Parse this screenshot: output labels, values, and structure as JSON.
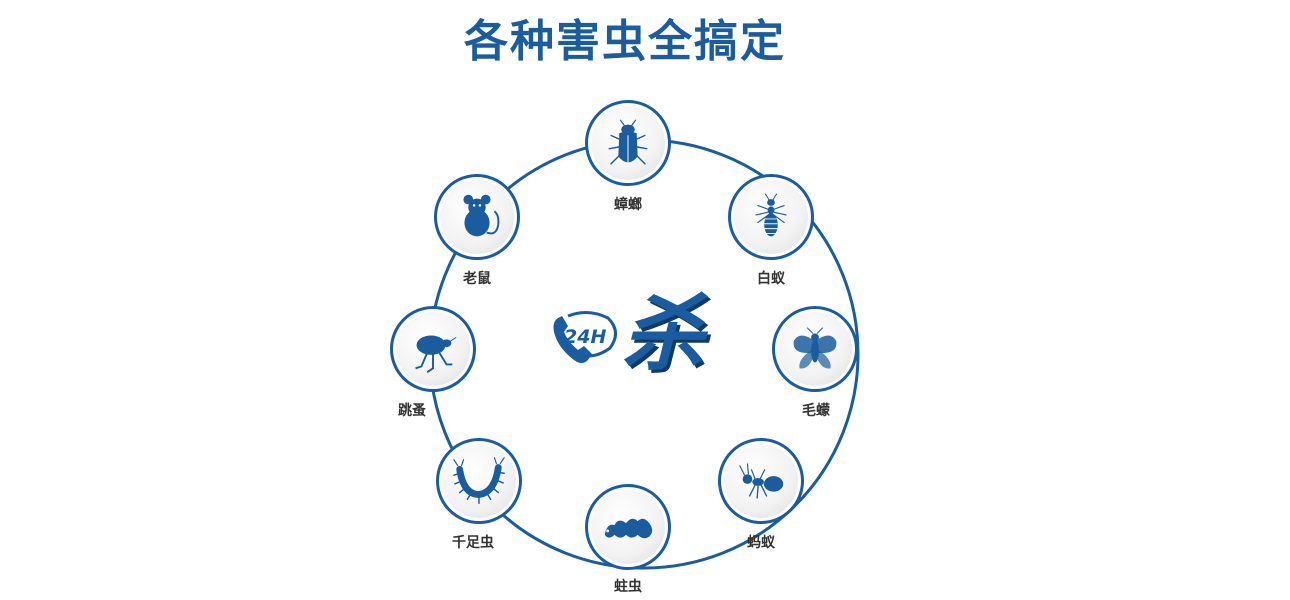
{
  "title": "各种害虫全搞定",
  "colors": {
    "accent": "#1a5c9e",
    "label": "#333333"
  },
  "center": {
    "badge": "24H",
    "kill_char": "杀",
    "icon": "phone-icon"
  },
  "pests": [
    {
      "label": "蟑螂",
      "icon": "cockroach-icon"
    },
    {
      "label": "白蚁",
      "icon": "termite-icon"
    },
    {
      "label": "毛蠓",
      "icon": "moth-fly-icon"
    },
    {
      "label": "蚂蚁",
      "icon": "ant-icon"
    },
    {
      "label": "蛀虫",
      "icon": "larva-icon"
    },
    {
      "label": "千足虫",
      "icon": "millipede-icon"
    },
    {
      "label": "跳蚤",
      "icon": "flea-icon"
    },
    {
      "label": "老鼠",
      "icon": "rat-icon"
    }
  ]
}
